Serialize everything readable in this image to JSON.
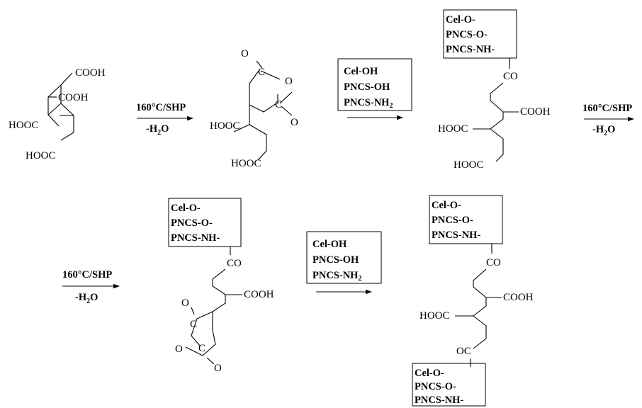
{
  "labels": {
    "cooh": "COOH",
    "hooc": "HOOC",
    "o": "O",
    "c": "C",
    "co": "CO",
    "oc": "OC"
  },
  "condition": {
    "heat": "160°C/SHP",
    "water_minus": "-H",
    "water_sub": "2",
    "water_o": "O"
  },
  "reagents": {
    "line1": "Cel-OH",
    "line2": "PNCS-OH",
    "line3_main": "PNCS-NH",
    "line3_sub": "2"
  },
  "graft": {
    "line1": "Cel-O-",
    "line2": "PNCS-O-",
    "line3": "PNCS-NH-"
  }
}
